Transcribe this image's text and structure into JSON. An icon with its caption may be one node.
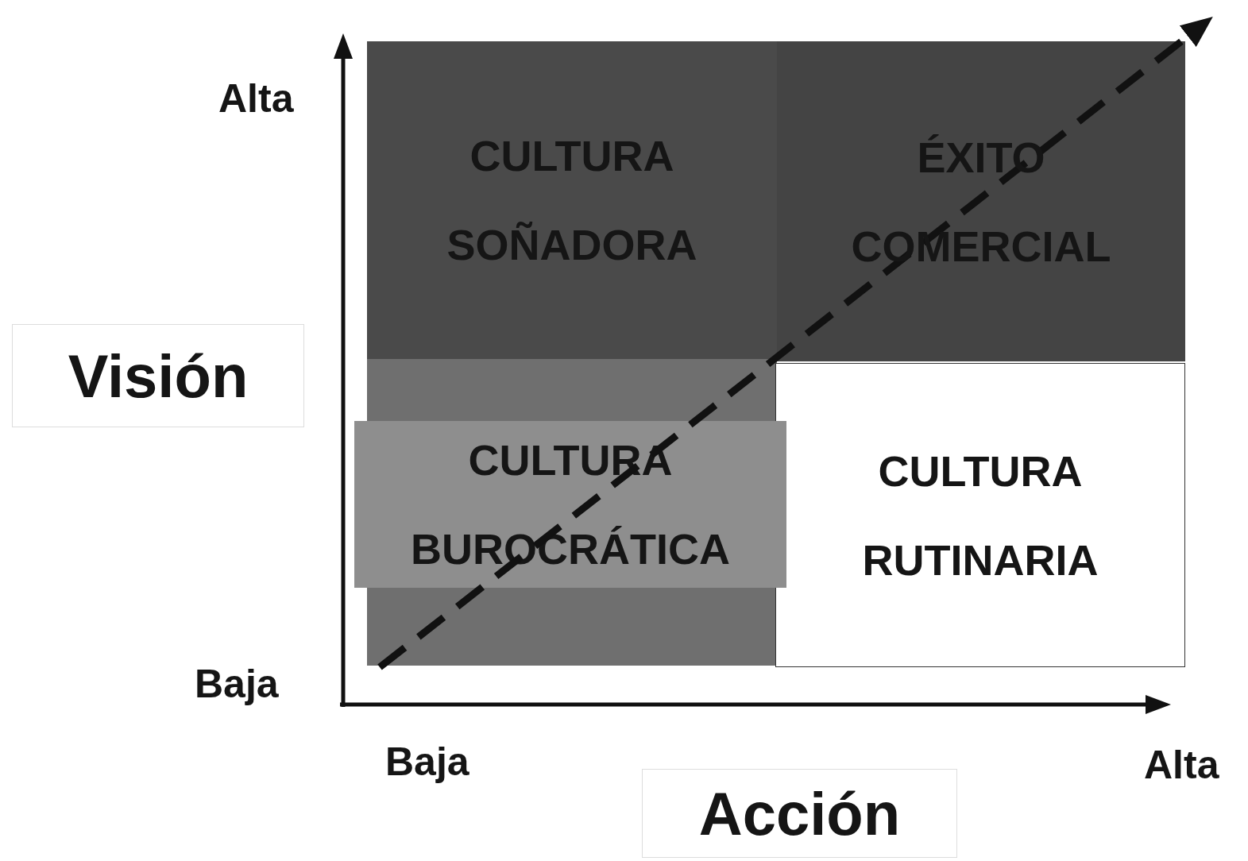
{
  "diagram": {
    "nodes": [
      {
        "text": [
          "CULTURA SOÑADORA"
        ]
      },
      {
        "text": [
          "ÉXITO COMERCIAL"
        ]
      },
      {
        "text": [
          "CULTURA BUROCRÁTICA"
        ]
      },
      {
        "text": [
          "CULTURA RUTINARIA"
        ]
      },
      {
        "text": [
          "Visión"
        ]
      },
      {
        "text": [
          "Acción"
        ]
      }
    ],
    "labels": [
      "Alta",
      "Baja",
      "Baja",
      "Alta"
    ]
  }
}
